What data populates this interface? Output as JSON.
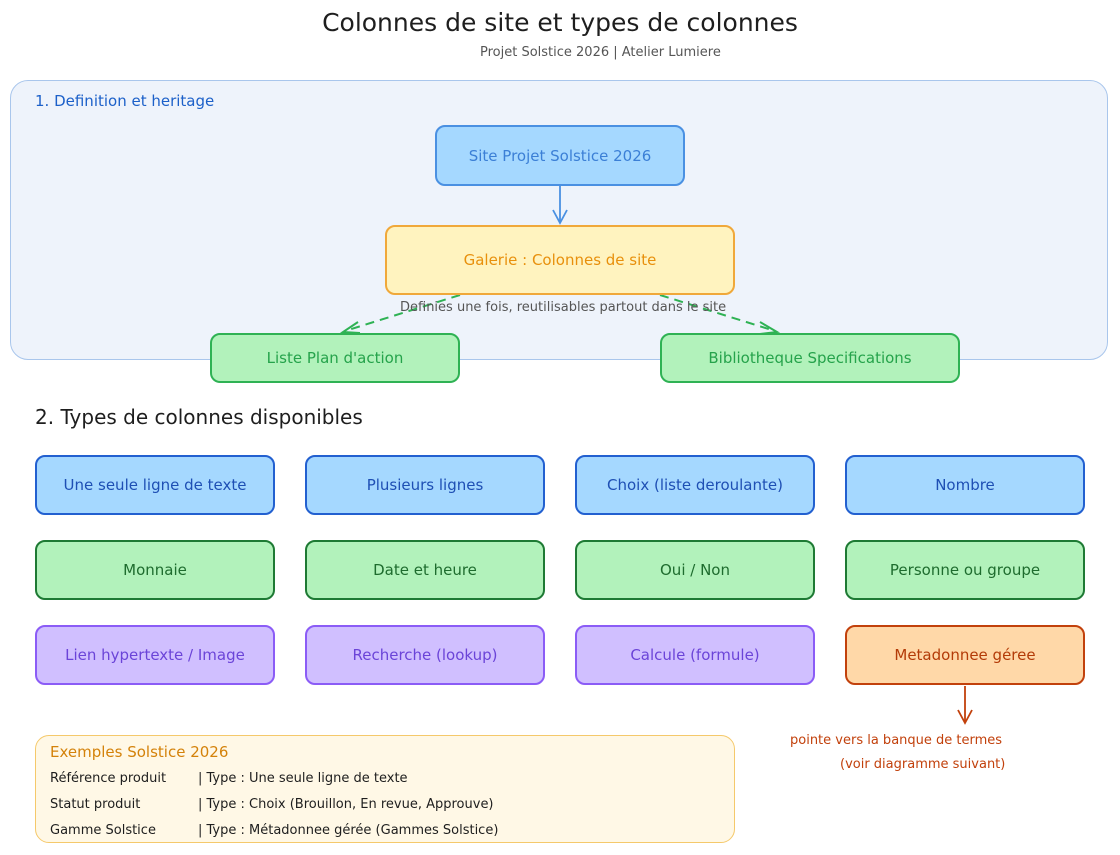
{
  "header": {
    "title": "Colonnes de site et types de colonnes",
    "subtitle": "Projet Solstice 2026 | Atelier Lumiere"
  },
  "section1": {
    "label": "1. Definition et heritage",
    "site_node": "Site Projet Solstice 2026",
    "gallery_node": "Galerie : Colonnes de site",
    "inherit_note": "Definies une fois, reutilisables partout dans le site",
    "list_node": "Liste Plan d'action",
    "library_node": "Bibliotheque Specifications"
  },
  "section2": {
    "label": "2. Types de colonnes disponibles",
    "types": [
      "Une seule ligne de texte",
      "Plusieurs lignes",
      "Choix (liste deroulante)",
      "Nombre",
      "Monnaie",
      "Date et heure",
      "Oui / Non",
      "Personne ou groupe",
      "Lien hypertexte / Image",
      "Recherche (lookup)",
      "Calcule (formule)",
      "Metadonnee géree"
    ],
    "metadata_note_line1": "pointe vers la banque de termes",
    "metadata_note_line2": "(voir diagramme suivant)"
  },
  "examples": {
    "title": "Exemples Solstice 2026",
    "rows": [
      {
        "name": "Référence produit",
        "type": "|  Type : Une seule ligne de texte"
      },
      {
        "name": "Statut produit",
        "type": "|  Type : Choix (Brouillon, En revue, Approuve)"
      },
      {
        "name": "Gamme Solstice",
        "type": "|  Type : Métadonnee gérée (Gammes Solstice)"
      }
    ]
  },
  "colors": {
    "blue": "#a5d8ff",
    "yellow": "#fff3bf",
    "green": "#b2f2bb",
    "violet": "#d0bfff",
    "orange": "#ffd8a8",
    "panel": "#eef3fb"
  }
}
